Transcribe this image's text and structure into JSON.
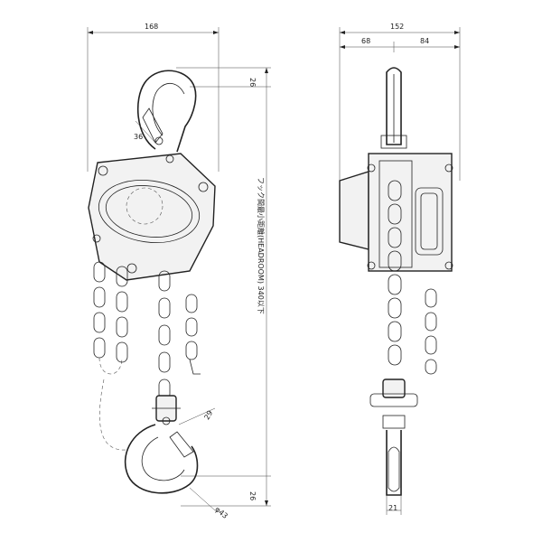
{
  "front_view": {
    "width_dim": "168",
    "top_hook_dim": "26",
    "hook_opening_dim": "36",
    "headroom_label": "フック間最小距離(HEADROOM) 340以下",
    "bottom_hook_dim": "29",
    "bottom_offset_dim": "26",
    "hook_dia_dim": "φ43"
  },
  "side_view": {
    "width_dim": "152",
    "left_dim": "68",
    "right_dim": "84",
    "bottom_width_dim": "21"
  }
}
